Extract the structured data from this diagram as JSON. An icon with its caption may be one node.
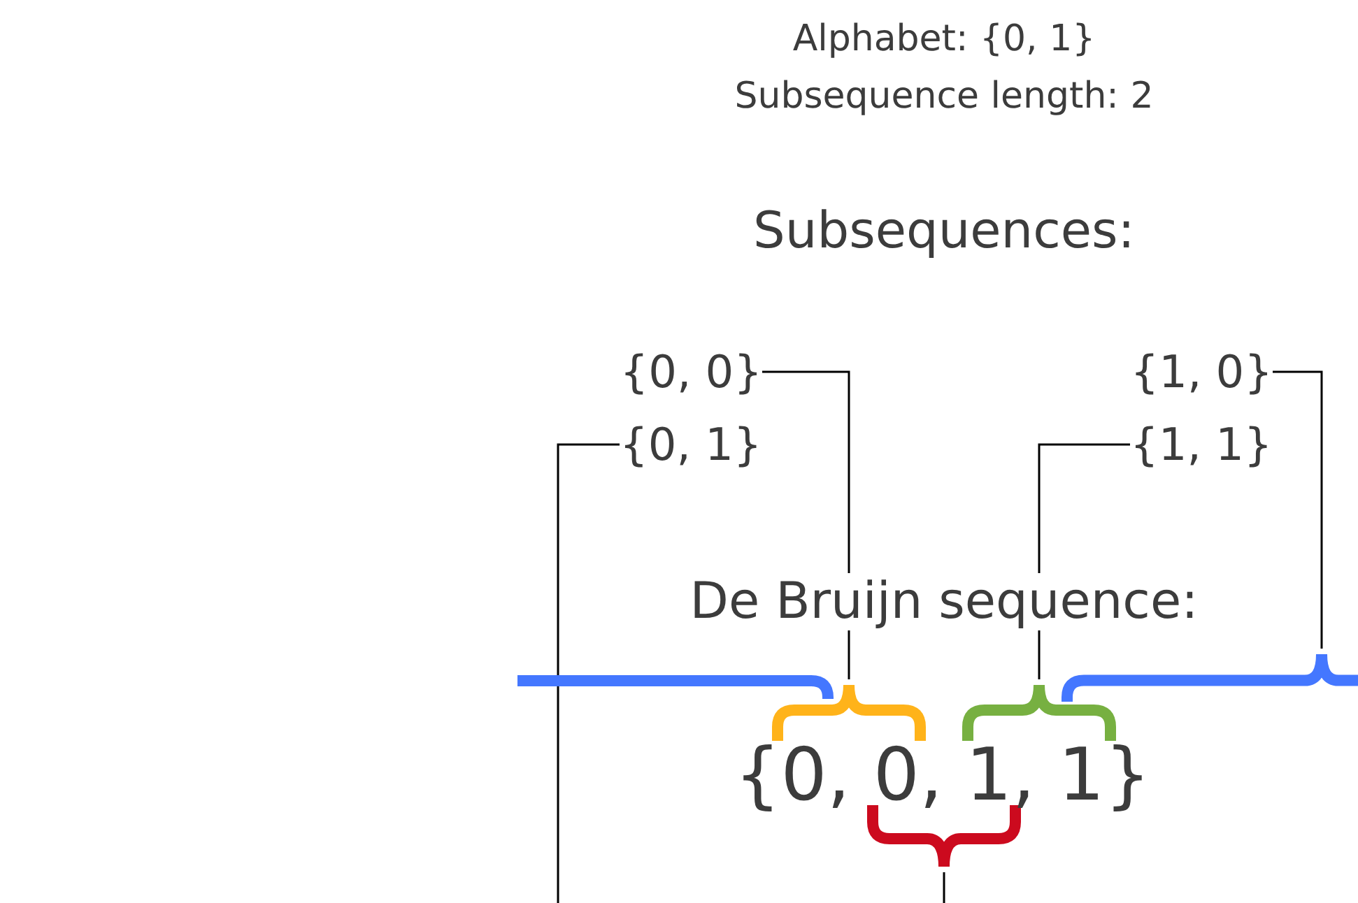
{
  "diagram": {
    "nodes": [
      {
        "text": [
          "{0, 0}"
        ]
      },
      {
        "text": [
          "{0, 1}"
        ]
      },
      {
        "text": [
          "{1, 0}"
        ]
      },
      {
        "text": [
          "{1, 1}"
        ]
      },
      {
        "text": [],
        "shape": "brace"
      },
      {
        "text": [],
        "shape": "brace"
      },
      {
        "text": [],
        "shape": "brace"
      },
      {
        "text": [],
        "shape": "brace"
      },
      {
        "text": [],
        "shape": "brace"
      }
    ],
    "edges": [
      {
        "from": 0,
        "to": 5,
        "arrow": "none"
      },
      {
        "from": 1,
        "to": null,
        "arrow": "none"
      },
      {
        "from": 2,
        "to": 7,
        "arrow": "none"
      },
      {
        "from": 3,
        "to": 6,
        "arrow": "none"
      },
      {
        "from": 8,
        "to": null,
        "arrow": "none"
      }
    ],
    "labels": [
      "Alphabet: {0, 1}",
      "Subsequence length: 2",
      "Subsequences:",
      "De Bruijn sequence:",
      "{0, 0, 1, 1}"
    ]
  }
}
